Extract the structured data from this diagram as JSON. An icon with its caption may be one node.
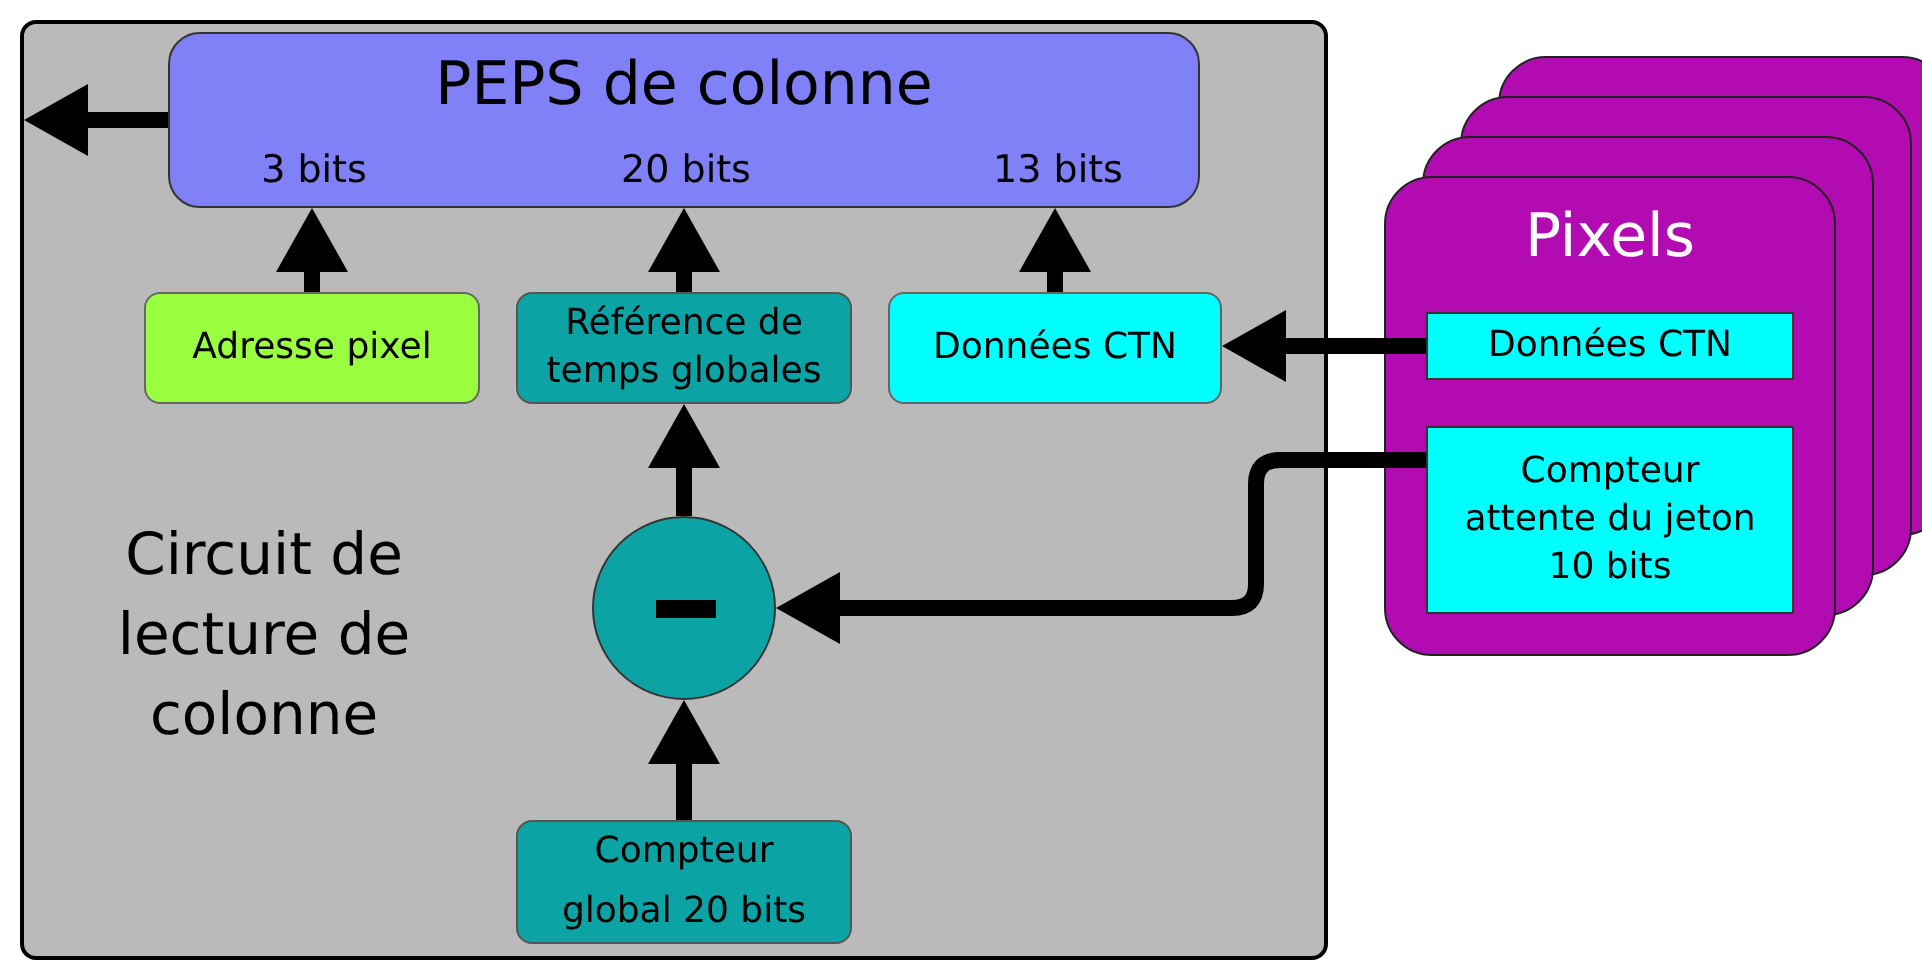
{
  "diagram": {
    "nodes": [
      {
        "text": [
          "Circuit de lecture de colonne"
        ]
      },
      {
        "text": [
          "PEPS de colonne",
          "3 bits",
          "20 bits",
          "13 bits"
        ],
        "in": 0
      },
      {
        "text": [
          "Adresse pixel"
        ],
        "in": 0
      },
      {
        "text": [
          "Référence de temps globales"
        ],
        "in": 0
      },
      {
        "text": [
          "Données CTN"
        ],
        "in": 0
      },
      {
        "text": [],
        "shape": "circle",
        "in": 0
      },
      {
        "text": [
          "Compteur global 20 bits"
        ],
        "in": 0
      },
      {
        "text": [
          "Pixels"
        ]
      },
      {
        "text": [
          "Données CTN"
        ],
        "in": 7
      },
      {
        "text": [
          "Compteur attente du jeton 10 bits"
        ],
        "in": 7
      }
    ],
    "edges": [
      {
        "from": 1,
        "to": null,
        "arrow": "to"
      },
      {
        "from": 2,
        "to": 1,
        "arrow": "to"
      },
      {
        "from": 3,
        "to": 1,
        "arrow": "to"
      },
      {
        "from": 4,
        "to": 1,
        "arrow": "to"
      },
      {
        "from": 8,
        "to": 4,
        "arrow": "to"
      },
      {
        "from": 9,
        "to": 5,
        "arrow": "to"
      },
      {
        "from": 5,
        "to": 3,
        "arrow": "to"
      },
      {
        "from": 6,
        "to": 5,
        "arrow": "to"
      }
    ]
  }
}
